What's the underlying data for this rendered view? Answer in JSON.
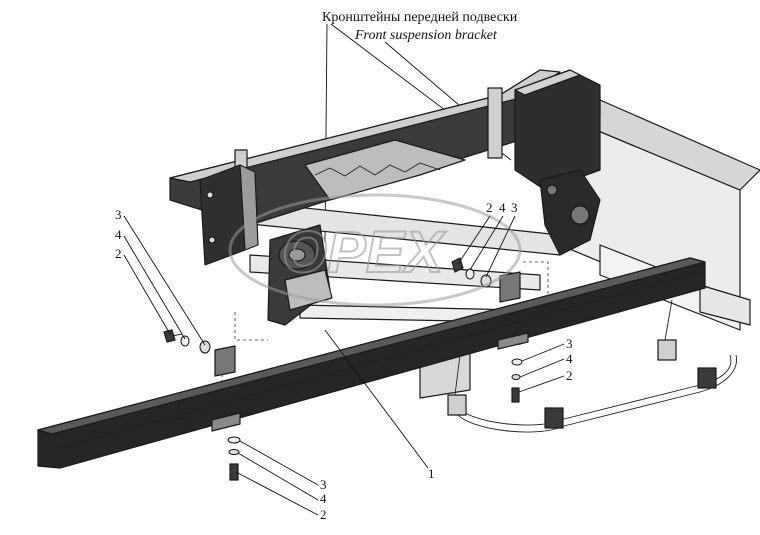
{
  "title": {
    "ru": "Кронштейны передней подвески",
    "en": "Front suspension bracket"
  },
  "watermark": "OPEX",
  "callouts": {
    "left_group": [
      "3",
      "4",
      "2"
    ],
    "center_group": [
      "2",
      "4",
      "3"
    ],
    "right_group": [
      "3",
      "4",
      "2"
    ],
    "bottom_group": [
      "3",
      "4",
      "2"
    ],
    "spring": "1"
  },
  "colors": {
    "part_dark": "#2b2b2b",
    "part_mid": "#8c8c8c",
    "part_light": "#d9d9d9",
    "frame_light": "#ececec"
  }
}
